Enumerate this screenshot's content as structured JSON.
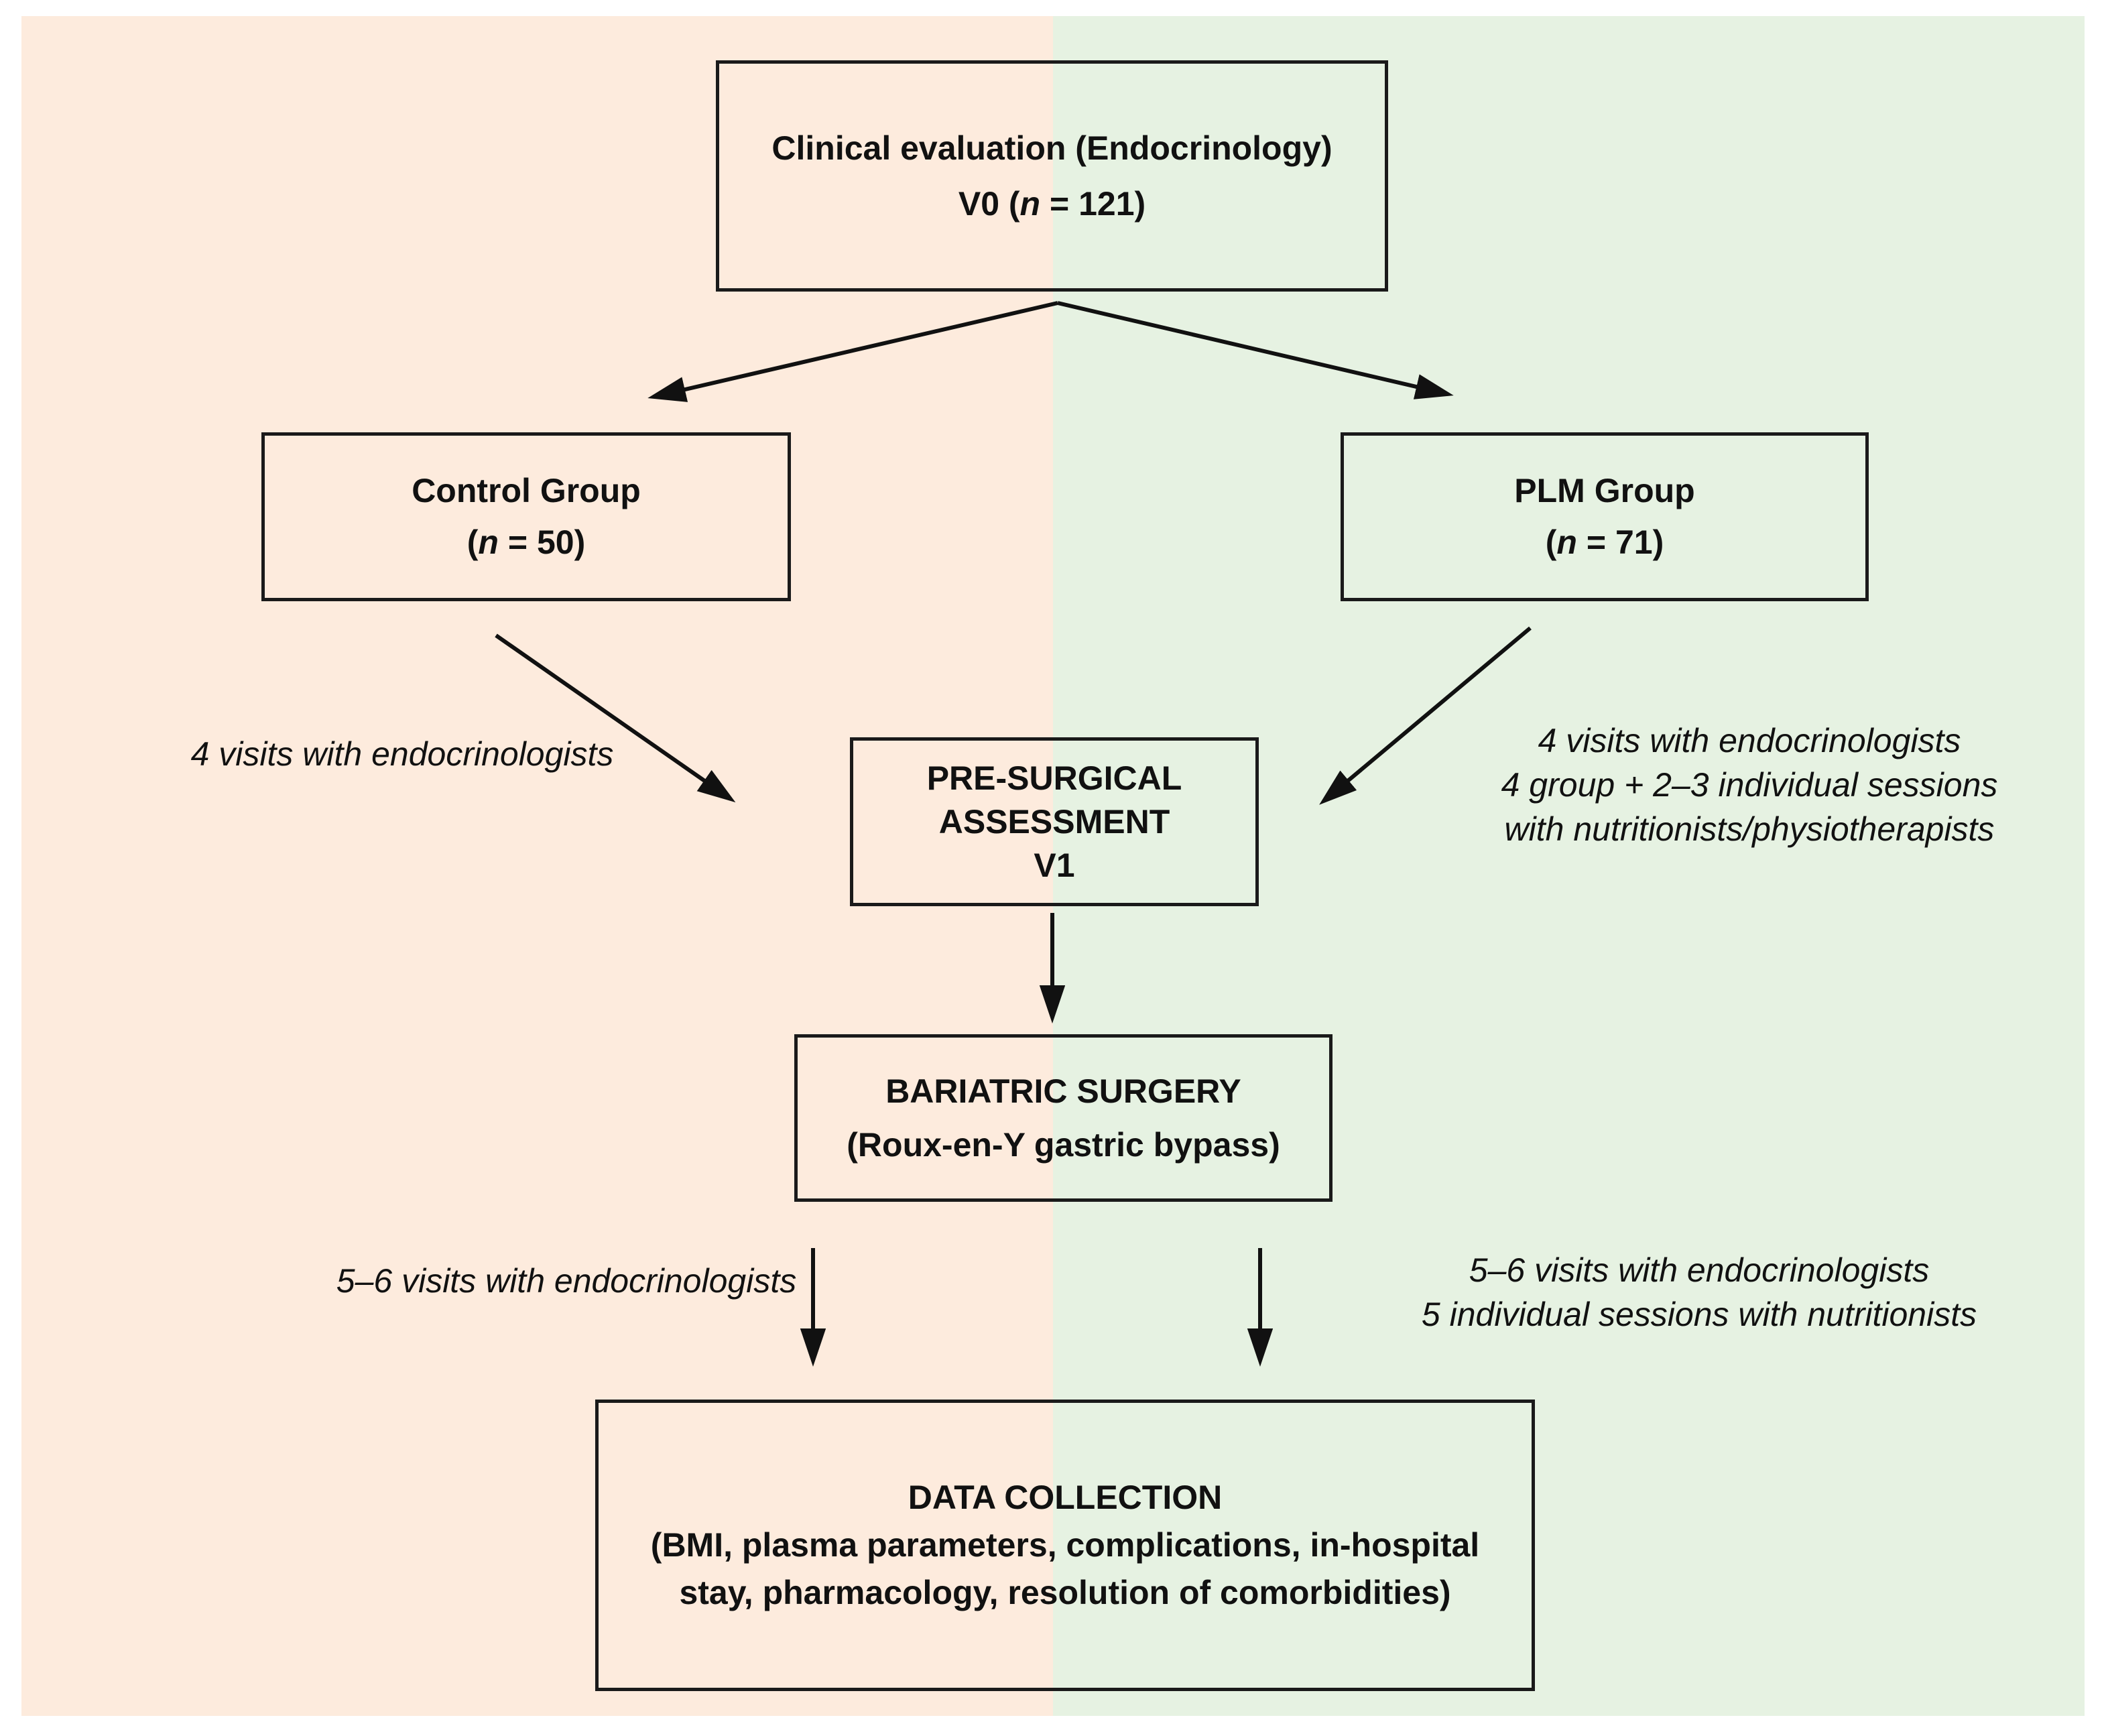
{
  "diagram": {
    "colors": {
      "left_panel_background": "#fdebdd",
      "right_panel_background": "#e6f2e2",
      "box_border": "#1a1a1a",
      "arrow": "#111111",
      "text": "#111111",
      "page_background": "#ffffff"
    },
    "boxes": {
      "clinical": {
        "line1": "Clinical evaluation (Endocrinology)",
        "line2": "V0 (n = 121)"
      },
      "control": {
        "line1": "Control Group",
        "line2": "(n = 50)"
      },
      "plm": {
        "line1": "PLM Group",
        "line2": "(n = 71)"
      },
      "presurgical": {
        "line1": "PRE-SURGICAL",
        "line2": "ASSESSMENT",
        "line3": "V1"
      },
      "bariatric": {
        "line1": "BARIATRIC SURGERY",
        "line2": "(Roux-en-Y gastric bypass)"
      },
      "data_collection": {
        "line1": "DATA COLLECTION",
        "line2": "(BMI, plasma parameters, complications, in-hospital stay, pharmacology, resolution of comorbidities)"
      }
    },
    "annotations": {
      "control_pre": "4 visits with endocrinologists",
      "plm_pre_line1": "4 visits with endocrinologists",
      "plm_pre_line2": "4 group + 2–3 individual sessions",
      "plm_pre_line3": "with nutritionists/physiotherapists",
      "control_post": "5–6 visits with endocrinologists",
      "plm_post_line1": "5–6 visits with endocrinologists",
      "plm_post_line2": "5 individual sessions with nutritionists"
    }
  }
}
